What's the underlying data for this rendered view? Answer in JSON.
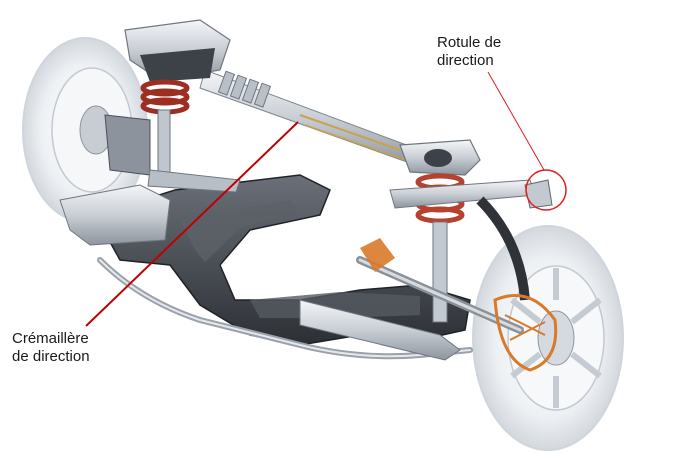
{
  "labels": {
    "rotule": {
      "line1": "Rotule de",
      "line2": "direction"
    },
    "cremaillere": {
      "line1": "Crémaillère",
      "line2": "de direction"
    }
  },
  "colors": {
    "rotule_callout": "#e02020",
    "cremaillere_callout": "#c00000",
    "metal_light": "#dfe3e8",
    "metal_mid": "#aab1ba",
    "metal_dark": "#4a4f57",
    "subframe": "#3b3f45",
    "spring": "#b7412f",
    "brake_accent": "#d9792a"
  },
  "icons": [
    "suspension-illustration"
  ]
}
